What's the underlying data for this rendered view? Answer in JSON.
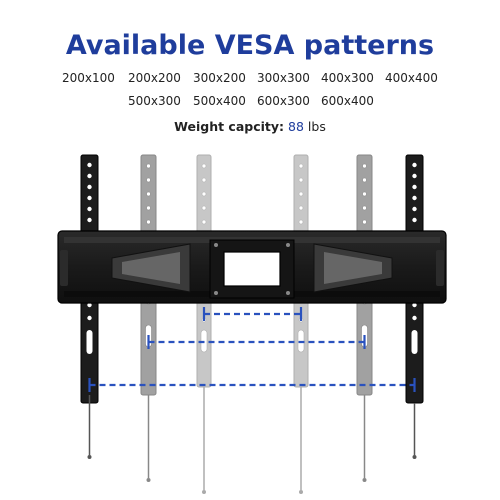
{
  "header": {
    "title": "Available VESA patterns",
    "title_color": "#1f3d9c"
  },
  "patterns": {
    "row1": [
      "200x100",
      "200x200",
      "300x200",
      "300x300",
      "400x300",
      "400x400"
    ],
    "row2": [
      "500x300",
      "500x400",
      "600x300",
      "600x400"
    ]
  },
  "weight": {
    "label": "Weight capcity:",
    "value": "88",
    "unit": "lbs",
    "value_color": "#1f3d9c"
  },
  "colors": {
    "accent": "#1f3d9c",
    "dimension_line": "#2a52be",
    "mount_body": "#1a1a1a"
  }
}
